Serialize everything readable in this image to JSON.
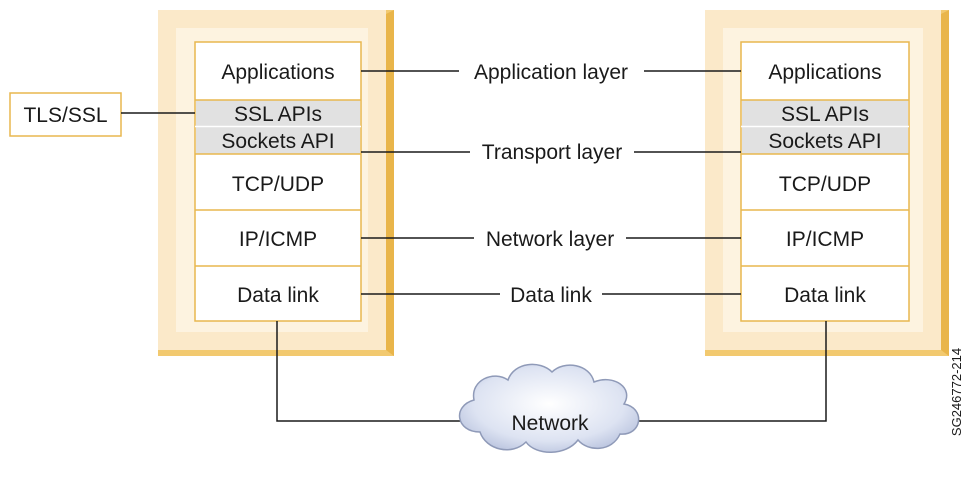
{
  "colors": {
    "frame_fill": "#fbe9c9",
    "frame_shadow": "#f2c96f",
    "stack_border": "#e8b74f",
    "api_band": "#e1e1e1",
    "line": "#1a1a1a"
  },
  "left_stack": {
    "layers": [
      "Applications",
      "SSL APIs",
      "Sockets API",
      "TCP/UDP",
      "IP/ICMP",
      "Data link"
    ]
  },
  "right_stack": {
    "layers": [
      "Applications",
      "SSL APIs",
      "Sockets API",
      "TCP/UDP",
      "IP/ICMP",
      "Data link"
    ]
  },
  "external_label": "TLS/SSL",
  "connections": [
    "Application layer",
    "Transport layer",
    "Network layer",
    "Data link"
  ],
  "cloud_label": "Network",
  "figure_id": "SG246772-214"
}
